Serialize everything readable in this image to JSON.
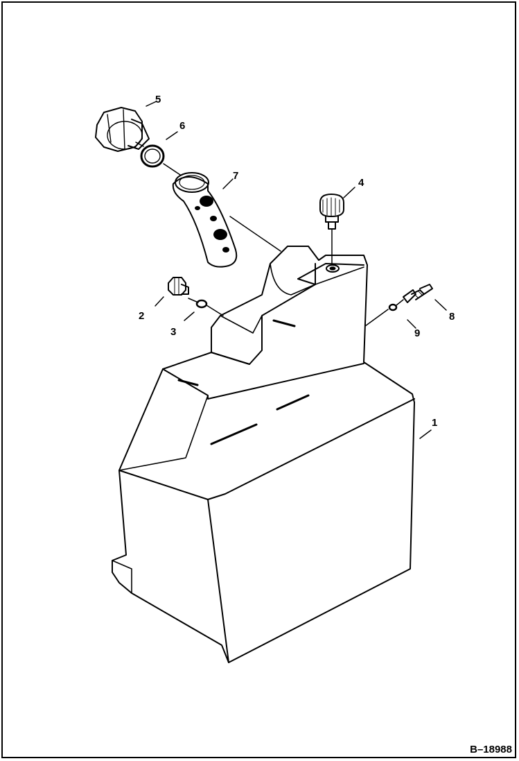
{
  "figure": {
    "reference": "B–18988"
  },
  "callouts": {
    "c1": "1",
    "c2": "2",
    "c3": "3",
    "c4": "4",
    "c5": "5",
    "c6": "6",
    "c7": "7",
    "c8": "8",
    "c9": "9"
  },
  "colors": {
    "line": "#000000",
    "background": "#ffffff"
  }
}
